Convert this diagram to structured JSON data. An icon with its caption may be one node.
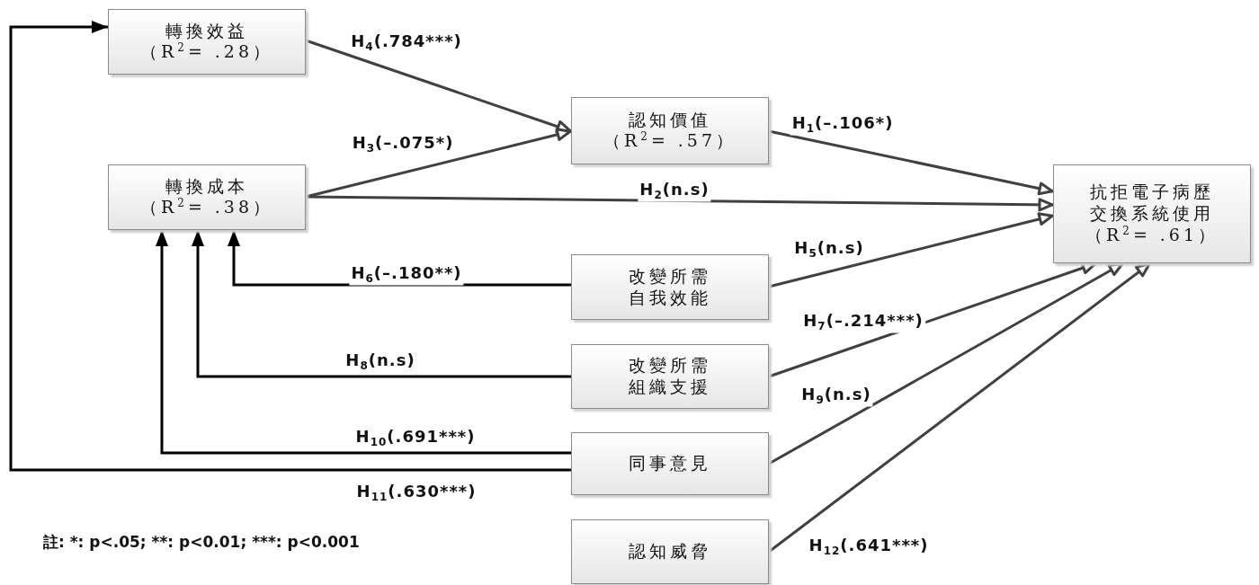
{
  "diagram": {
    "nodes": [
      {
        "text": [
          "轉換效益",
          "（R$^{2}$= .28）"
        ]
      },
      {
        "text": [
          "認知價值",
          "（R$^{2}$= .57）"
        ]
      },
      {
        "text": [
          "轉換成本",
          "（R$^{2}$= .38）"
        ]
      },
      {
        "text": [
          "抗拒電子病歷交換系統使用",
          "（R$^{2}$= .61）"
        ]
      },
      {
        "text": [
          "改變所需自我效能"
        ]
      },
      {
        "text": [
          "改變所需組織支援"
        ]
      },
      {
        "text": [
          "同事意見"
        ]
      },
      {
        "text": [
          "認知威脅"
        ]
      }
    ],
    "edges": [
      {
        "from": 0,
        "to": 1,
        "arrow": "to",
        "label": "H$_{4}$(.784***)"
      },
      {
        "from": 2,
        "to": 1,
        "arrow": "to",
        "label": "H$_{3}$(–.075*)"
      },
      {
        "from": 1,
        "to": 3,
        "arrow": "to",
        "label": "H$_{1}$(–.106*)"
      },
      {
        "from": 2,
        "to": 3,
        "arrow": "to",
        "label": "H$_{2}$(n.s)"
      },
      {
        "from": 4,
        "to": 3,
        "arrow": "to",
        "label": "H$_{5}$(n.s)"
      },
      {
        "from": 4,
        "to": 2,
        "arrow": "to",
        "label": "H$_{6}$(–.180**)",
        "color": "#000000"
      },
      {
        "from": 5,
        "to": 3,
        "arrow": "to",
        "label": "H$_{7}$(–.214***)"
      },
      {
        "from": 5,
        "to": 2,
        "arrow": "to",
        "label": "H$_{8}$(n.s)",
        "color": "#000000"
      },
      {
        "from": 6,
        "to": 3,
        "arrow": "to",
        "label": "H$_{9}$(n.s)"
      },
      {
        "from": 6,
        "to": 2,
        "arrow": "to",
        "label": "H$_{10}$(.691***)",
        "color": "#000000"
      },
      {
        "from": 6,
        "to": 0,
        "arrow": "to",
        "label": "H$_{11}$(.630***)",
        "color": "#000000"
      },
      {
        "from": 7,
        "to": 3,
        "arrow": "to",
        "label": "H$_{12}$(.641***)"
      }
    ],
    "labels": [
      "註: *: p<.05; **: p<0.01; ***: p<0.001"
    ]
  }
}
